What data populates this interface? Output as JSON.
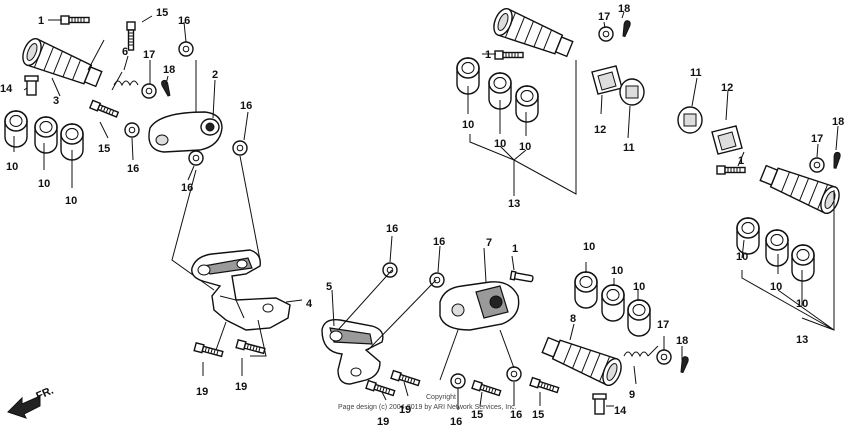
{
  "diagram": {
    "copyright_line1": "Copyright",
    "copyright_line2": "Page design (c) 2004-2019 by ARI Network Services, Inc.",
    "direction_label": "FR.",
    "callouts": [
      {
        "id": "c1a",
        "label": "1"
      },
      {
        "id": "c15a",
        "label": "15"
      },
      {
        "id": "c16a",
        "label": "16"
      },
      {
        "id": "c6",
        "label": "6"
      },
      {
        "id": "c17a",
        "label": "17"
      },
      {
        "id": "c18a",
        "label": "18"
      },
      {
        "id": "c2",
        "label": "2"
      },
      {
        "id": "c14a",
        "label": "14"
      },
      {
        "id": "c3",
        "label": "3"
      },
      {
        "id": "c16b",
        "label": "16"
      },
      {
        "id": "c15b",
        "label": "15"
      },
      {
        "id": "c16c",
        "label": "16"
      },
      {
        "id": "c16d",
        "label": "16"
      },
      {
        "id": "c10a",
        "label": "10"
      },
      {
        "id": "c10b",
        "label": "10"
      },
      {
        "id": "c10c",
        "label": "10"
      },
      {
        "id": "c4",
        "label": "4"
      },
      {
        "id": "c19a",
        "label": "19"
      },
      {
        "id": "c19b",
        "label": "19"
      },
      {
        "id": "c17b",
        "label": "17"
      },
      {
        "id": "c18b",
        "label": "18"
      },
      {
        "id": "c1b",
        "label": "1"
      },
      {
        "id": "c10d",
        "label": "10"
      },
      {
        "id": "c10e",
        "label": "10"
      },
      {
        "id": "c10f",
        "label": "10"
      },
      {
        "id": "c12a",
        "label": "12"
      },
      {
        "id": "c11a",
        "label": "11"
      },
      {
        "id": "c13a",
        "label": "13"
      },
      {
        "id": "c11b",
        "label": "11"
      },
      {
        "id": "c12b",
        "label": "12"
      },
      {
        "id": "c17c",
        "label": "17"
      },
      {
        "id": "c18c",
        "label": "18"
      },
      {
        "id": "c1c",
        "label": "1"
      },
      {
        "id": "c10g",
        "label": "10"
      },
      {
        "id": "c10h",
        "label": "10"
      },
      {
        "id": "c10i",
        "label": "10"
      },
      {
        "id": "c13b",
        "label": "13"
      },
      {
        "id": "c16e",
        "label": "16"
      },
      {
        "id": "c16f",
        "label": "16"
      },
      {
        "id": "c7",
        "label": "7"
      },
      {
        "id": "c1d",
        "label": "1"
      },
      {
        "id": "c5",
        "label": "5"
      },
      {
        "id": "c10j",
        "label": "10"
      },
      {
        "id": "c10k",
        "label": "10"
      },
      {
        "id": "c10l",
        "label": "10"
      },
      {
        "id": "c8",
        "label": "8"
      },
      {
        "id": "c17d",
        "label": "17"
      },
      {
        "id": "c18d",
        "label": "18"
      },
      {
        "id": "c9",
        "label": "9"
      },
      {
        "id": "c19c",
        "label": "19"
      },
      {
        "id": "c19d",
        "label": "19"
      },
      {
        "id": "c16g",
        "label": "16"
      },
      {
        "id": "c15c",
        "label": "15"
      },
      {
        "id": "c16h",
        "label": "16"
      },
      {
        "id": "c15d",
        "label": "15"
      },
      {
        "id": "c14b",
        "label": "14"
      }
    ]
  }
}
